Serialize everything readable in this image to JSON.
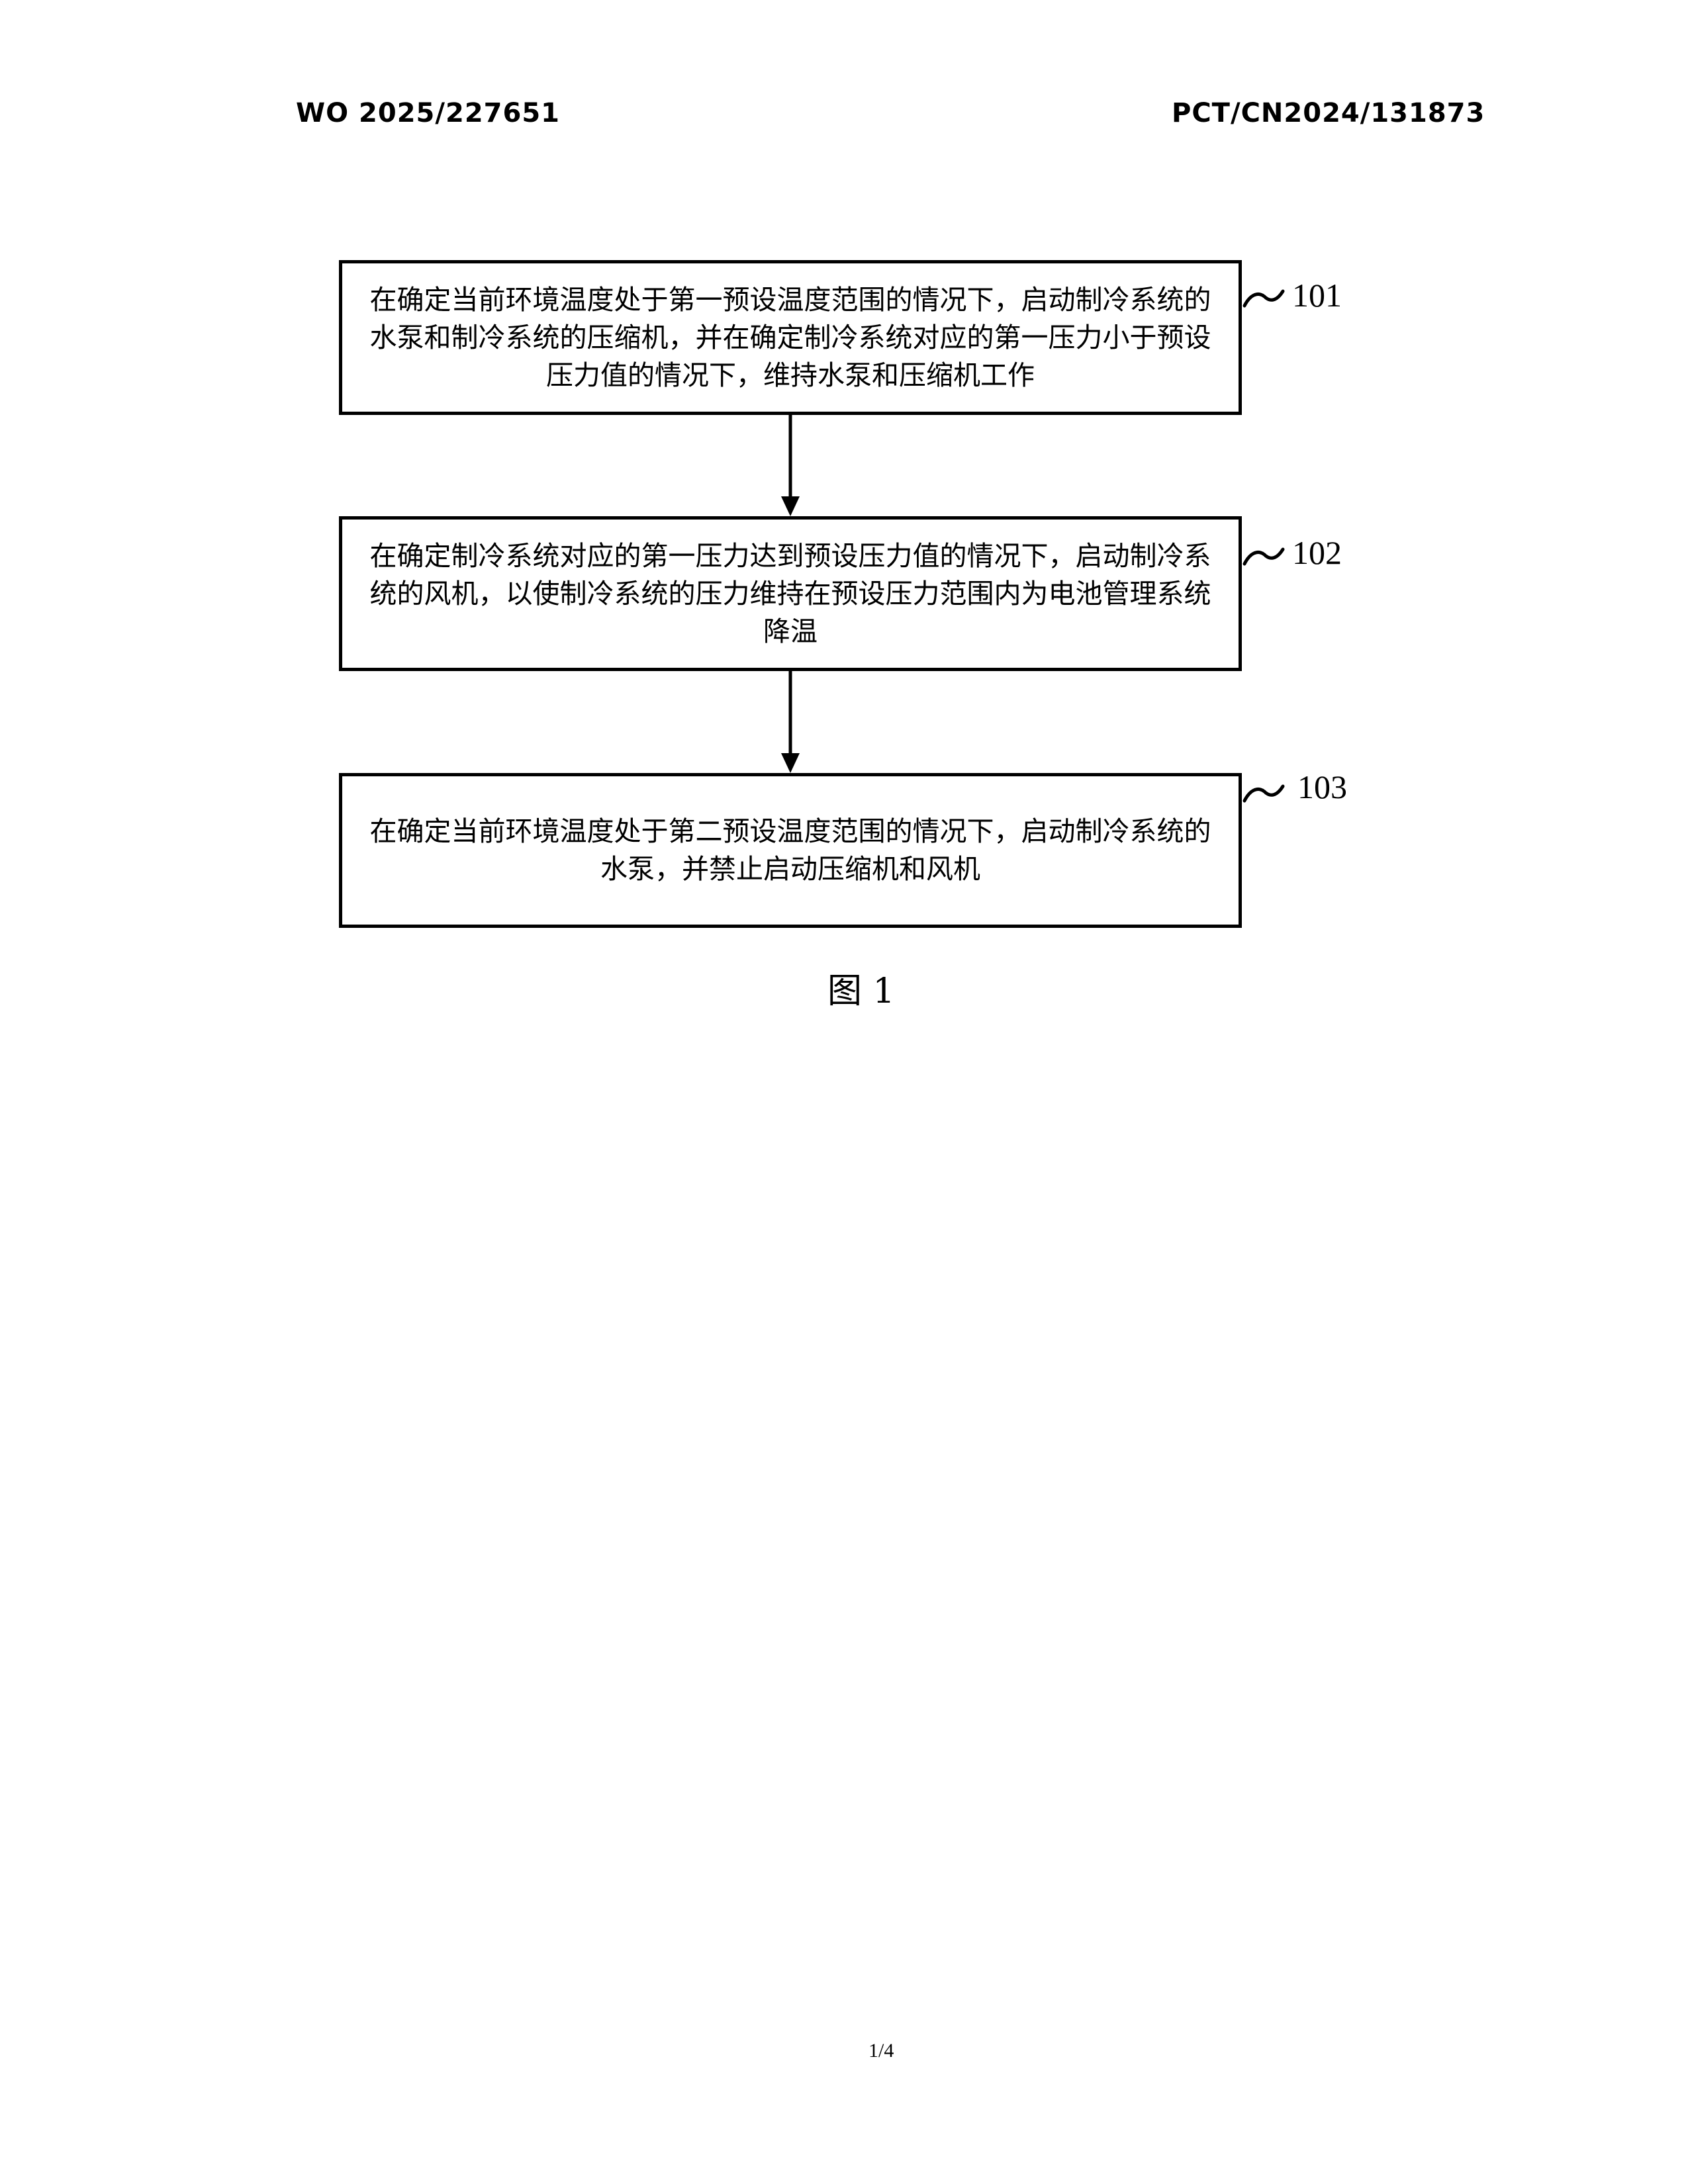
{
  "header": {
    "publication_number": "WO 2025/227651",
    "application_number": "PCT/CN2024/131873"
  },
  "flowchart": {
    "steps": [
      {
        "id": "101",
        "text": "在确定当前环境温度处于第一预设温度范围的情况下，启动制冷系统的水泵和制冷系统的压缩机，并在确定制冷系统对应的第一压力小于预设压力值的情况下，维持水泵和压缩机工作"
      },
      {
        "id": "102",
        "text": "在确定制冷系统对应的第一压力达到预设压力值的情况下，启动制冷系统的风机，以使制冷系统的压力维持在预设压力范围内为电池管理系统降温"
      },
      {
        "id": "103",
        "text": "在确定当前环境温度处于第二预设温度范围的情况下，启动制冷系统的水泵，并禁止启动压缩机和风机"
      }
    ]
  },
  "figure_caption": "图 1",
  "page_number": "1/4"
}
